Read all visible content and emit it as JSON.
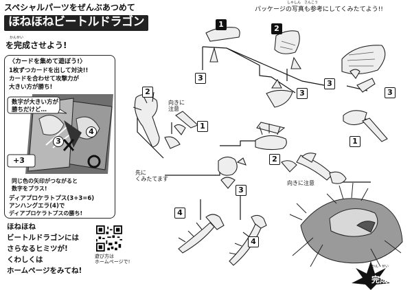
{
  "header": {
    "intro": "スペシャルパーツをぜんぶあつめて",
    "title": "ほねほねビートルドラゴン",
    "subtitle": "を完成させよう!",
    "subtitle_ruby": "かんせい",
    "photo_note": "パッケージの写真も参考にしてくみたてよう!!",
    "photo_note_ruby": "しゃしん　さんこう"
  },
  "card_panel": {
    "heading": "〈カードを集めて遊ぼう!〉",
    "lines": [
      "1枚ずつカードを出して対決!!",
      "カードを合わせて攻撃力が",
      "大きい方が勝ち!"
    ],
    "bubble_1": "数字が大きい方が",
    "bubble_2": "勝ちだけど…",
    "plus_three": "+3",
    "arrow_1": "同じ色の矢印がつながると",
    "arrow_2": "数字をプラス!",
    "result_1": "ディアプロケラトプス(3+3=6)",
    "result_2": "アンハングエラ(4)で",
    "result_3": "ディアプロケラトプスの勝ち!",
    "card_numbers": [
      "3",
      "4"
    ]
  },
  "footer": {
    "line_1": "ほねほね",
    "line_2": "ビートルドラゴンには",
    "line_3": "さらなるヒミツが!",
    "line_4": "くわしくは",
    "line_5": "ホームページをみてね!",
    "qr_label_1": "遊び方は",
    "qr_label_2": "ホームページで!"
  },
  "steps": {
    "labels": [
      "1",
      "2",
      "3",
      "3",
      "2",
      "1",
      "3",
      "1",
      "3",
      "2",
      "3",
      "4",
      "4"
    ],
    "note_orient_1": "向きに",
    "note_orient_2": "注意",
    "note_orient_right": "向きに注意",
    "note_first_1": "先に",
    "note_first_2": "くみたてます",
    "done": "完成!",
    "done_ruby": "かん　せい"
  }
}
